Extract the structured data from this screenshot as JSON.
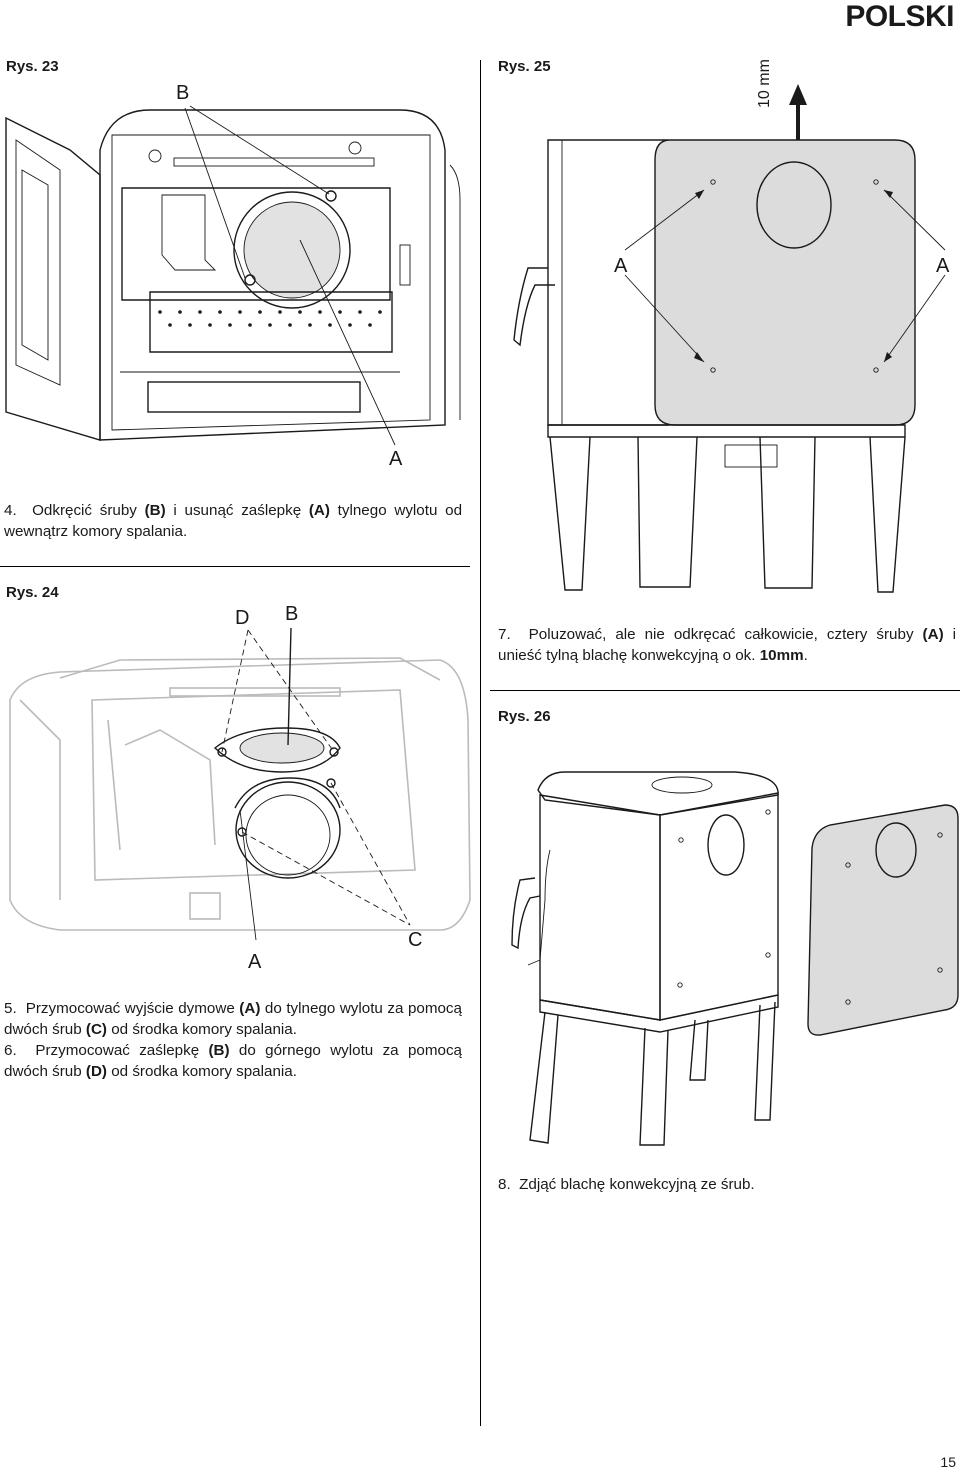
{
  "header": {
    "language": "POLSKI"
  },
  "figures": {
    "rys23": {
      "label": "Rys. 23",
      "callouts": {
        "b": "B",
        "a": "A"
      },
      "caption_num": "4.",
      "caption_parts": [
        "Odkręcić śruby ",
        "(B)",
        " i usunąć zaślepkę ",
        "(A)",
        " tylnego wylotu od wewnątrz komory spalania."
      ]
    },
    "rys24": {
      "label": "Rys. 24",
      "callouts": {
        "d": "D",
        "b": "B",
        "a": "A",
        "c": "C"
      },
      "step5_num": "5.",
      "step5_parts": [
        "Przymocować wyjście dymowe ",
        "(A)",
        " do tylnego wylotu za pomocą dwóch śrub ",
        "(C)",
        " od środka komory spalania."
      ],
      "step6_num": "6.",
      "step6_parts": [
        "Przymocować zaślepkę ",
        "(B)",
        " do górnego wylotu za pomocą dwóch śrub ",
        "(D)",
        " od środka komory spalania."
      ]
    },
    "rys25": {
      "label": "Rys. 25",
      "callouts": {
        "dimension": "10 mm",
        "a_left": "A",
        "a_right": "A"
      },
      "caption_num": "7.",
      "caption_parts": [
        "Poluzować, ale nie odkręcać całkowicie, cztery śruby ",
        "(A)",
        " i unieść tylną blachę konwekcyjną o ok. ",
        "10mm",
        "."
      ]
    },
    "rys26": {
      "label": "Rys. 26",
      "caption_num": "8.",
      "caption_text": "Zdjąć blachę konwekcyjną ze śrub."
    }
  },
  "colors": {
    "panel_fill": "#dcdcdc",
    "line": "#1a1a1a",
    "faded_line": "#bbbbbb"
  },
  "footer": {
    "page_number": "15"
  }
}
